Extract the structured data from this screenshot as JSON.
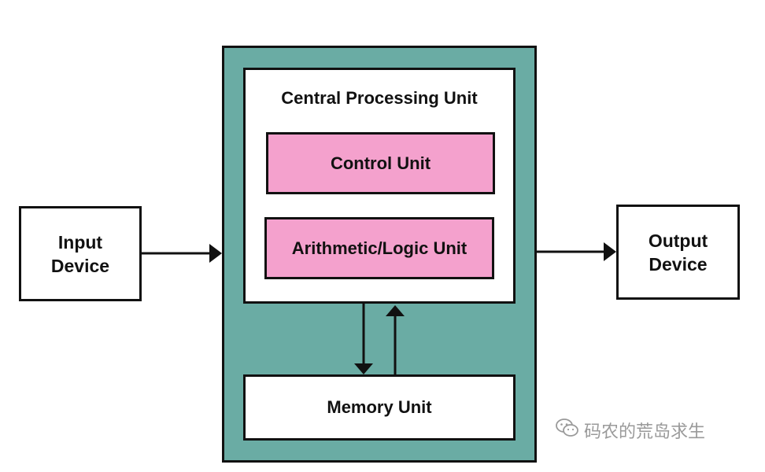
{
  "diagram": {
    "input_device": {
      "line1": "Input",
      "line2": "Device"
    },
    "output_device": {
      "line1": "Output",
      "line2": "Device"
    },
    "cpu": {
      "title": "Central Processing Unit",
      "control_unit": "Control Unit",
      "alu": "Arithmetic/Logic Unit"
    },
    "memory_unit": "Memory Unit"
  },
  "watermark": {
    "text": "码农的荒岛求生",
    "icon": "wechat-icon"
  },
  "colors": {
    "cpu_background": "#6aaca4",
    "unit_fill": "#f4a1cd",
    "stroke": "#111111"
  }
}
